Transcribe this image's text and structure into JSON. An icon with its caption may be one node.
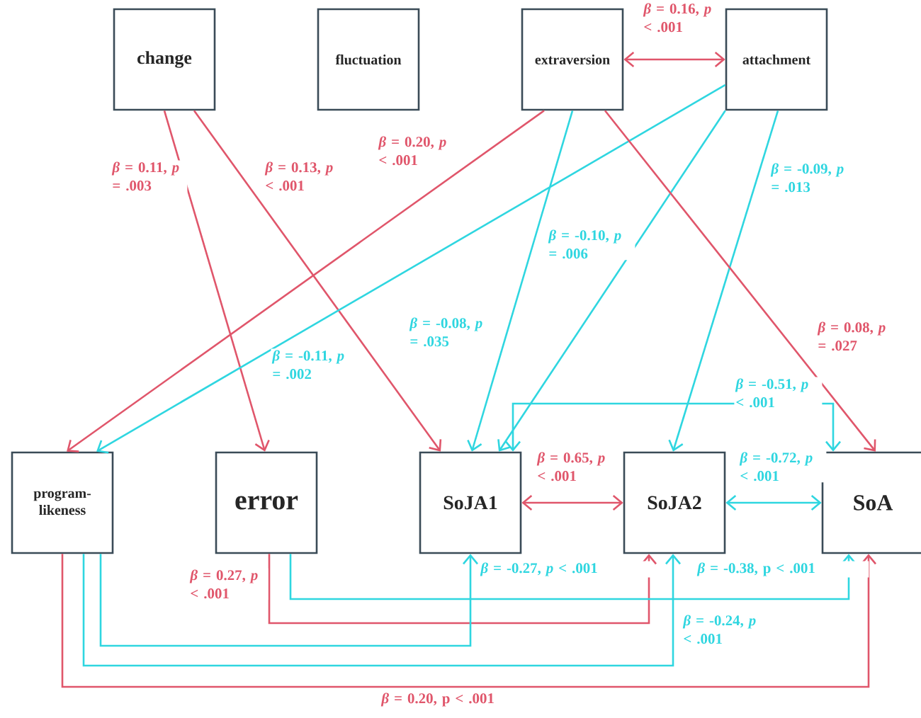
{
  "diagram": {
    "nodes": [
      {
        "text": [
          "change"
        ]
      },
      {
        "text": [
          "fluctuation"
        ]
      },
      {
        "text": [
          "extraversion"
        ]
      },
      {
        "text": [
          "attachment"
        ]
      },
      {
        "text": [
          "program-likeness"
        ]
      },
      {
        "text": [
          "error"
        ]
      },
      {
        "text": [
          "SoJA1"
        ]
      },
      {
        "text": [
          "SoJA2"
        ]
      },
      {
        "text": [
          "SoA"
        ]
      }
    ],
    "edges": [
      {
        "from": 0,
        "to": 5,
        "arrow": "to",
        "label": "*β* = 0.11, *p* = .003",
        "color": "#e0566b"
      },
      {
        "from": 0,
        "to": 6,
        "arrow": "to",
        "label": "*β* = 0.13, *p* < .001",
        "color": "#e0566b"
      },
      {
        "from": 2,
        "to": 4,
        "arrow": "to",
        "label": "*β* =  0.20, *p* < .001",
        "color": "#e0566b"
      },
      {
        "from": 3,
        "to": 4,
        "arrow": "to",
        "label": "*β* = -0.11, *p* = .002",
        "color": "#2fd6e0"
      },
      {
        "from": 2,
        "to": 3,
        "arrow": "both",
        "label": "*β* = 0.16, *p* < .001",
        "color": "#e0566b"
      },
      {
        "from": 2,
        "to": 6,
        "arrow": "to",
        "label": "*β* = -0.08, *p* = .035",
        "color": "#2fd6e0"
      },
      {
        "from": 3,
        "to": 6,
        "arrow": "to",
        "label": "*β* = -0.10, *p* = .006",
        "color": "#2fd6e0"
      },
      {
        "from": 3,
        "to": 7,
        "arrow": "to",
        "label": "*β* = -0.09, *p* = .013",
        "color": "#2fd6e0"
      },
      {
        "from": 2,
        "to": 8,
        "arrow": "to",
        "label": "*β* = 0.08, *p* = .027",
        "color": "#e0566b"
      },
      {
        "from": 6,
        "to": 8,
        "arrow": "both",
        "label": "*β* = -0.51, *p* < .001",
        "color": "#2fd6e0"
      },
      {
        "from": 6,
        "to": 7,
        "arrow": "both",
        "label": "*β* = 0.65, *p* < .001",
        "color": "#e0566b"
      },
      {
        "from": 7,
        "to": 8,
        "arrow": "both",
        "label": "*β* = -0.72, *p* < .001",
        "color": "#2fd6e0"
      },
      {
        "from": 5,
        "to": 7,
        "arrow": "to",
        "label": "*β* = 0.27, *p* < .001",
        "color": "#e0566b"
      },
      {
        "from": 5,
        "to": 8,
        "arrow": "to",
        "label": "*β* = -0.38, p < .001",
        "color": "#2fd6e0"
      },
      {
        "from": 4,
        "to": 6,
        "arrow": "to",
        "label": "*β* = -0.27, *p* < .001",
        "color": "#2fd6e0"
      },
      {
        "from": 4,
        "to": 7,
        "arrow": "to",
        "label": "*β* = -0.24, *p* < .001",
        "color": "#2fd6e0"
      },
      {
        "from": 4,
        "to": 8,
        "arrow": "to",
        "label": "*β* = 0.20, p < .001",
        "color": "#e0566b"
      }
    ]
  }
}
